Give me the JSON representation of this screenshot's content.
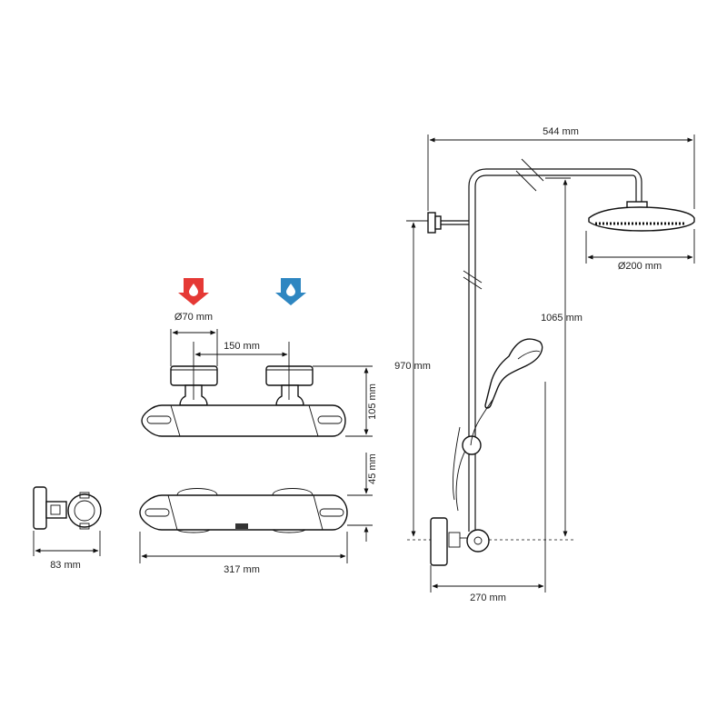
{
  "icons": {
    "hot_inlet": {
      "name": "hot-water-inlet-icon",
      "color": "#e53935"
    },
    "cold_inlet": {
      "name": "cold-water-inlet-icon",
      "color": "#2e86c1"
    }
  },
  "dimensions": {
    "inlet_diameter": "Ø70 mm",
    "inlet_spacing": "150 mm",
    "valve_height": "105 mm",
    "valve_depth": "45 mm",
    "valve_length": "317 mm",
    "side_depth": "83 mm",
    "overall_width": "544 mm",
    "showerhead_diameter": "Ø200 mm",
    "head_height": "1065 mm",
    "rail_height": "970 mm",
    "valve_projection": "270 mm"
  }
}
